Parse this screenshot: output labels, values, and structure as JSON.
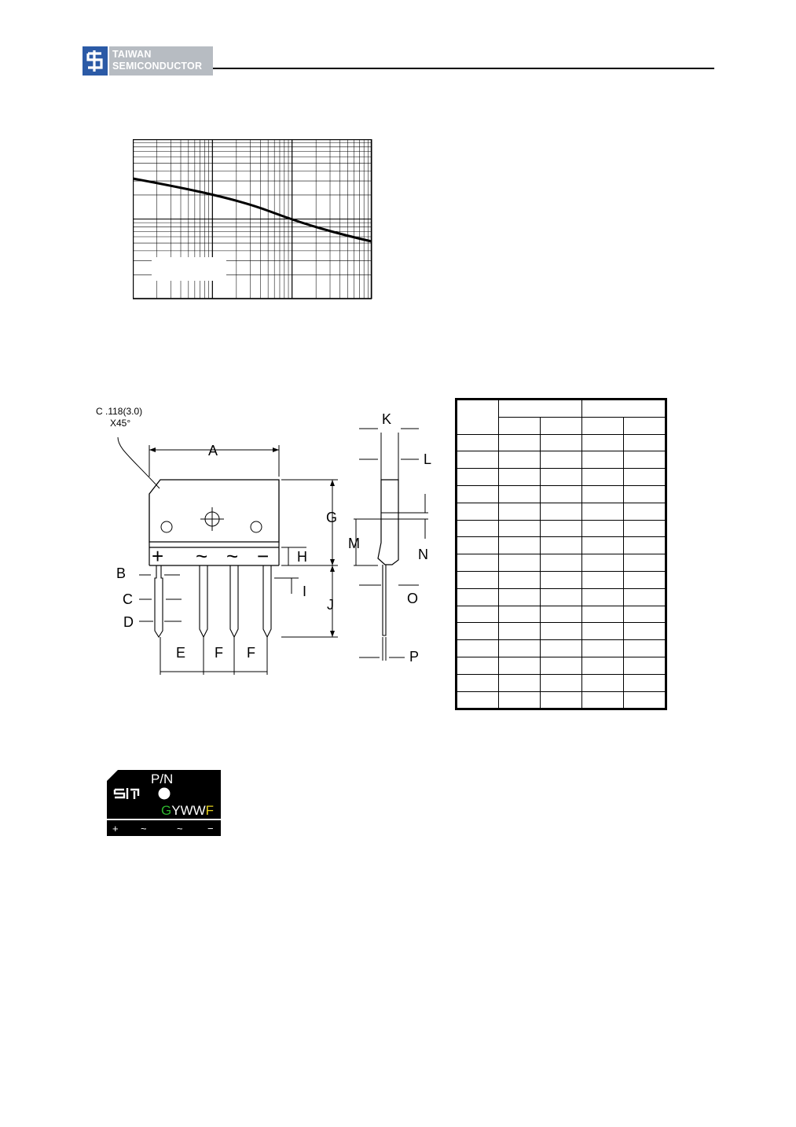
{
  "header": {
    "company_line1": "TAIWAN",
    "company_line2": "SEMICONDUCTOR"
  },
  "package_drawing": {
    "chamfer_note_line1": "C .118(3.0)",
    "chamfer_note_line2": "X45°",
    "dimension_labels": [
      "A",
      "B",
      "C",
      "D",
      "E",
      "F",
      "F",
      "G",
      "H",
      "I",
      "J",
      "K",
      "L",
      "M",
      "N",
      "O",
      "P"
    ],
    "pin_symbols": [
      "+",
      "~",
      "~",
      "−"
    ]
  },
  "marking": {
    "part_number_label": "P/N",
    "code_G": "G",
    "code_YWW": "YWW",
    "code_F": "F",
    "pins": [
      "+",
      "~",
      "~",
      "−"
    ],
    "colors": {
      "G": "#2db52d",
      "F": "#e6d21e",
      "background": "#000000",
      "text": "#ffffff"
    }
  }
}
